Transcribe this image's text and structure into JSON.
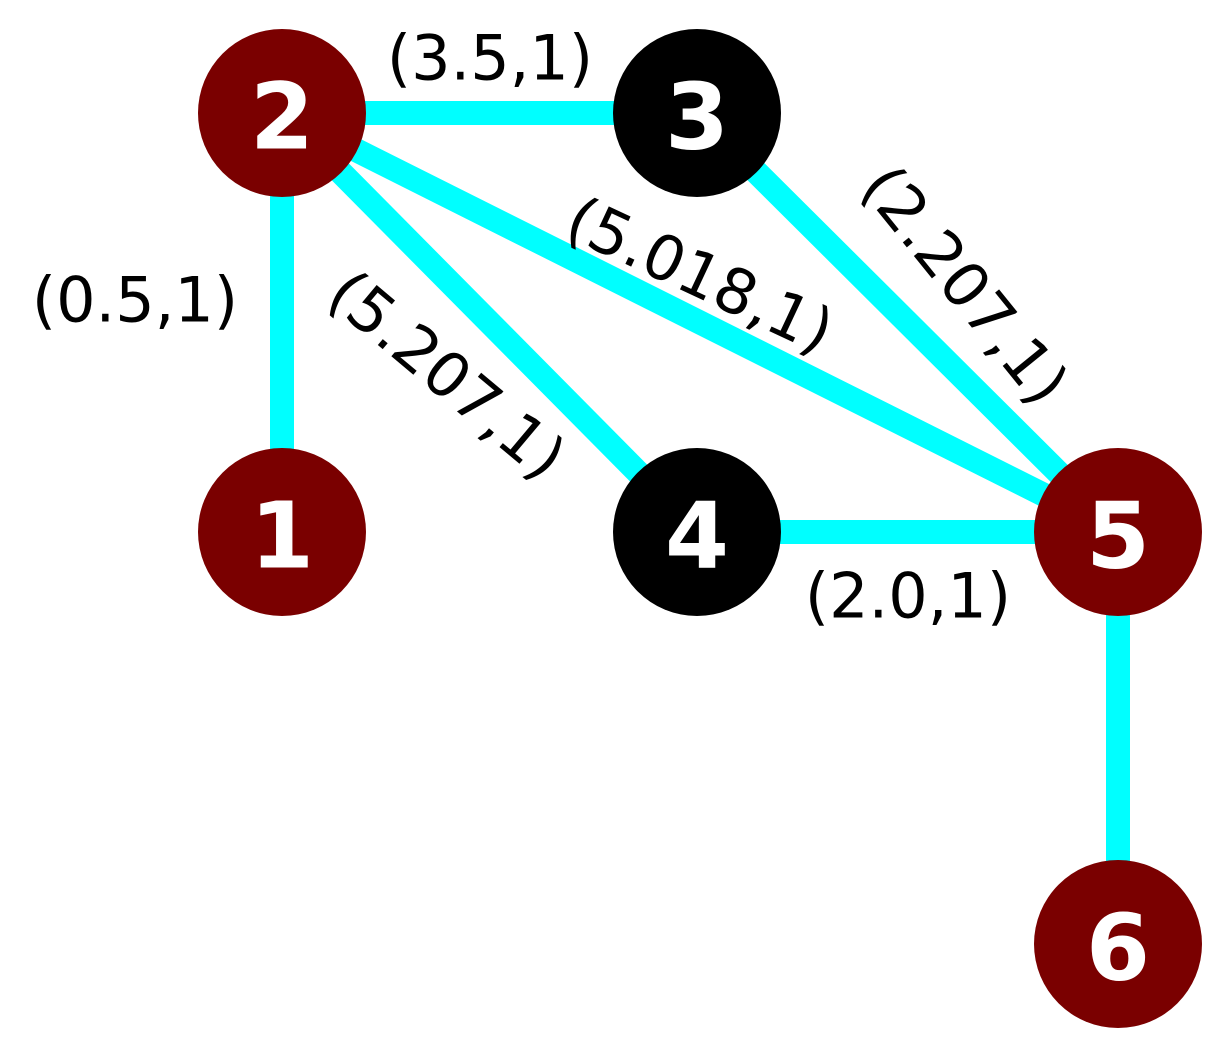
{
  "colors": {
    "edge": "#00ffff",
    "node_red": "#7a0000",
    "node_black": "#000000",
    "node_text": "#ffffff",
    "label_text": "#000000"
  },
  "nodes": [
    {
      "id": "1",
      "label": "1",
      "color": "node_red"
    },
    {
      "id": "2",
      "label": "2",
      "color": "node_red"
    },
    {
      "id": "3",
      "label": "3",
      "color": "node_black"
    },
    {
      "id": "4",
      "label": "4",
      "color": "node_black"
    },
    {
      "id": "5",
      "label": "5",
      "color": "node_red"
    },
    {
      "id": "6",
      "label": "6",
      "color": "node_red"
    }
  ],
  "edges": [
    {
      "from": "2",
      "to": "1",
      "label": "(0.5,1)"
    },
    {
      "from": "2",
      "to": "3",
      "label": "(3.5,1)"
    },
    {
      "from": "2",
      "to": "4",
      "label": "(5.207,1)"
    },
    {
      "from": "2",
      "to": "5",
      "label": "(5.018,1)"
    },
    {
      "from": "3",
      "to": "5",
      "label": "(2.207,1)"
    },
    {
      "from": "4",
      "to": "5",
      "label": "(2.0,1)"
    },
    {
      "from": "5",
      "to": "6",
      "label": ""
    }
  ]
}
